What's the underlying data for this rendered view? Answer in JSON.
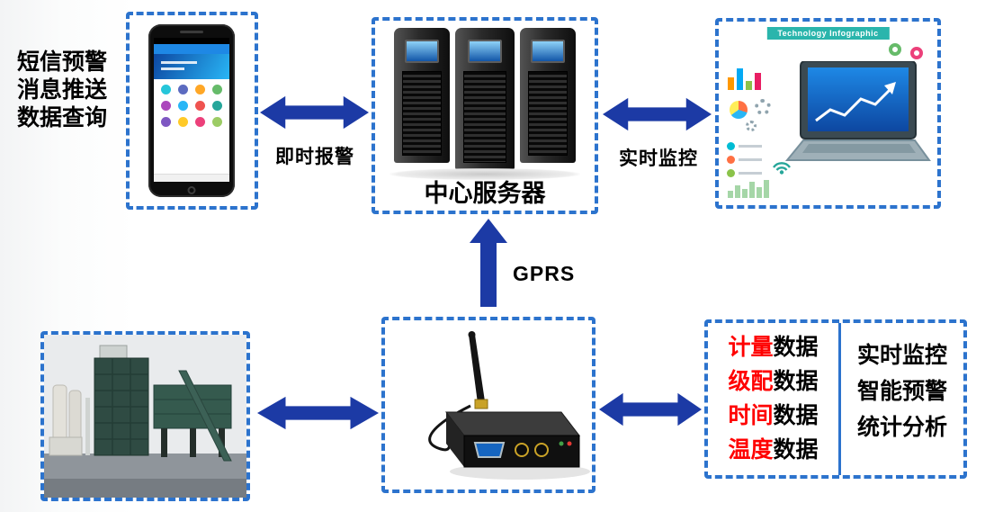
{
  "colors": {
    "dashed_border_blue": "#2c73cd",
    "arrow_blue": "#1c3aa5",
    "highlight_red": "#ff0000"
  },
  "left_panel": {
    "labels": [
      "短信预警",
      "消息推送",
      "数据查询"
    ]
  },
  "server": {
    "label": "中心服务器"
  },
  "arrows": {
    "phone_server_label": "即时报警",
    "server_laptop_label": "实时监控",
    "gprs_label": "GPRS"
  },
  "laptop": {
    "ribbon_text": "Technology Infographic"
  },
  "data_panel": {
    "left_rows": [
      {
        "highlight": "计量",
        "rest": "数据"
      },
      {
        "highlight": "级配",
        "rest": "数据"
      },
      {
        "highlight": "时间",
        "rest": "数据"
      },
      {
        "highlight": "温度",
        "rest": "数据"
      }
    ],
    "right_rows": [
      "实时监控",
      "智能预警",
      "统计分析"
    ]
  }
}
